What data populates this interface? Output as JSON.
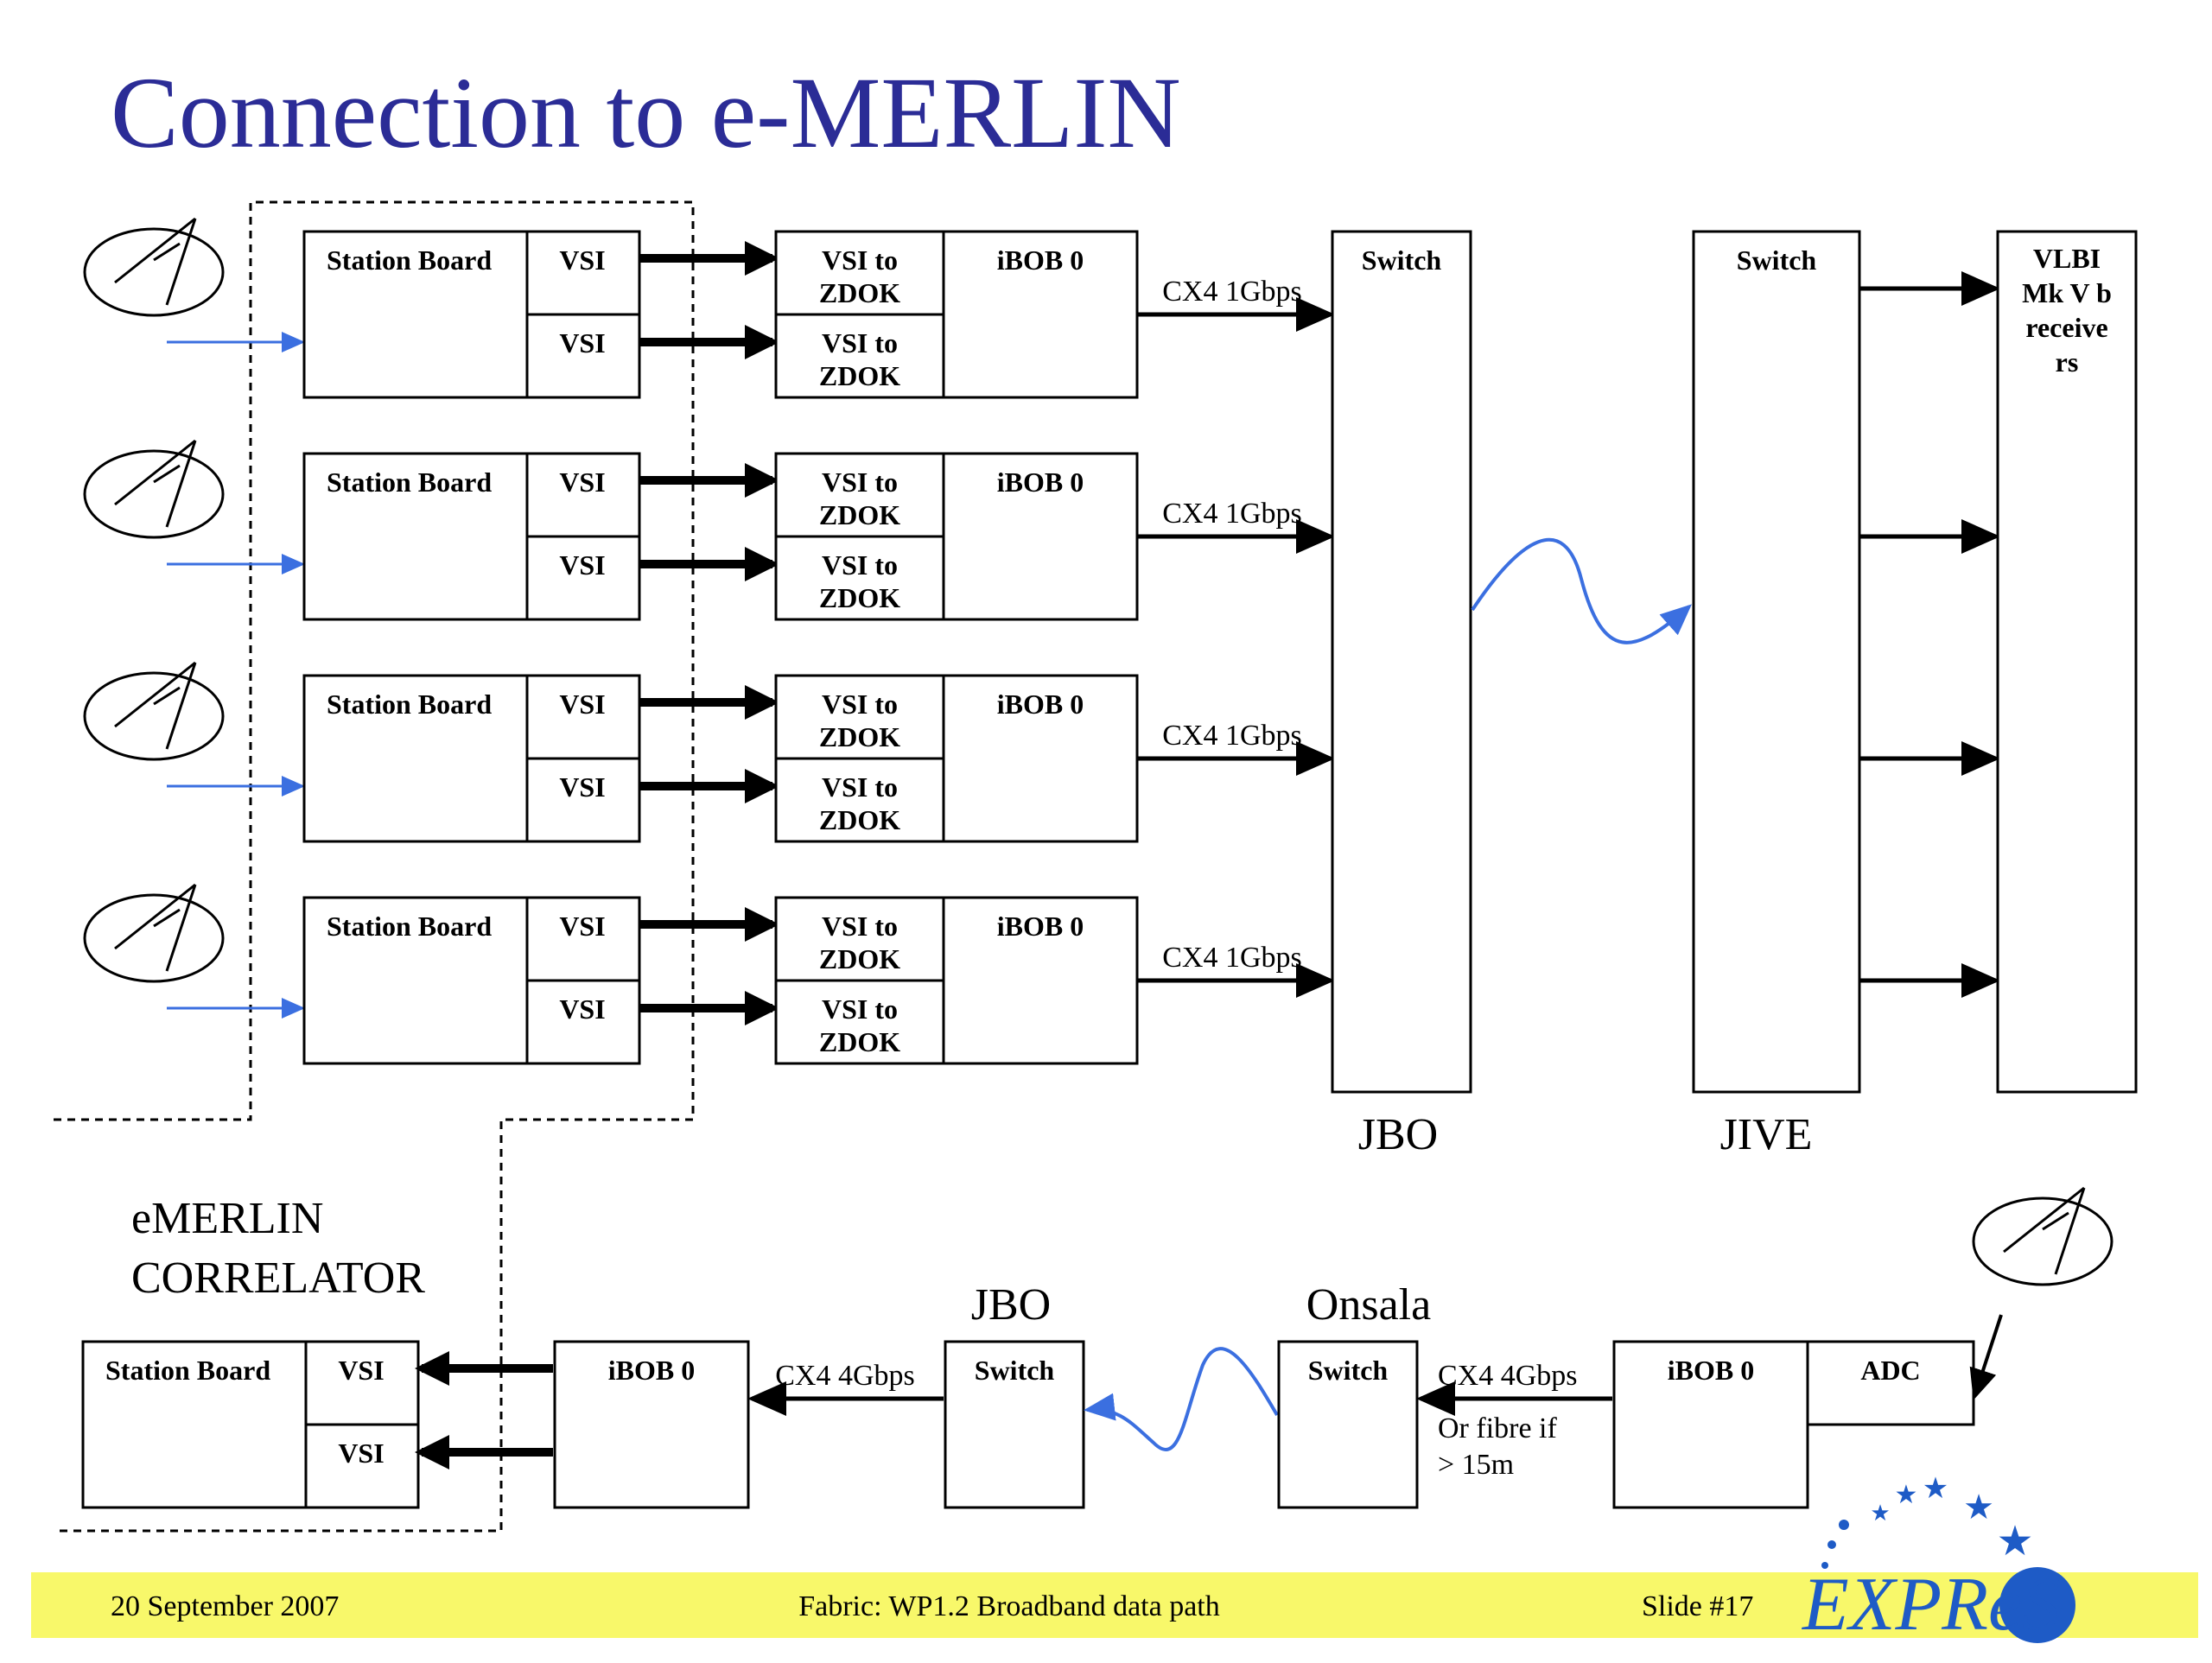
{
  "title": "Connection to e-MERLIN",
  "colors": {
    "title": "#2b2c96",
    "rf": "#3b6fe0",
    "footer_bg": "#f8f86a",
    "logo_blue": "#1e5bc6"
  },
  "antenna_icon": "radio-dish-icon",
  "station_rows": [
    {
      "station_board": "Station Board",
      "vsi_top": "VSI",
      "vsi_bottom": "VSI",
      "zdok_top_l1": "VSI to",
      "zdok_top_l2": "ZDOK",
      "zdok_bottom_l1": "VSI to",
      "zdok_bottom_l2": "ZDOK",
      "ibob": "iBOB 0",
      "link": "CX4 1Gbps"
    },
    {
      "station_board": "Station Board",
      "vsi_top": "VSI",
      "vsi_bottom": "VSI",
      "zdok_top_l1": "VSI to",
      "zdok_top_l2": "ZDOK",
      "zdok_bottom_l1": "VSI to",
      "zdok_bottom_l2": "ZDOK",
      "ibob": "iBOB 0",
      "link": "CX4 1Gbps"
    },
    {
      "station_board": "Station Board",
      "vsi_top": "VSI",
      "vsi_bottom": "VSI",
      "zdok_top_l1": "VSI to",
      "zdok_top_l2": "ZDOK",
      "zdok_bottom_l1": "VSI to",
      "zdok_bottom_l2": "ZDOK",
      "ibob": "iBOB 0",
      "link": "CX4 1Gbps"
    },
    {
      "station_board": "Station Board",
      "vsi_top": "VSI",
      "vsi_bottom": "VSI",
      "zdok_top_l1": "VSI to",
      "zdok_top_l2": "ZDOK",
      "zdok_bottom_l1": "VSI to",
      "zdok_bottom_l2": "ZDOK",
      "ibob": "iBOB 0",
      "link": "CX4 1Gbps"
    }
  ],
  "jbo_switch": {
    "label": "Switch",
    "site": "JBO"
  },
  "jive_switch": {
    "label": "Switch",
    "site": "JIVE"
  },
  "vlbi": {
    "line1": "VLBI",
    "line2": "Mk V b",
    "line3": "receive",
    "line4": "rs"
  },
  "correlator": {
    "line1": "eMERLIN",
    "line2": "CORRELATOR"
  },
  "bottom": {
    "station_board": "Station Board",
    "vsi_top": "VSI",
    "vsi_bottom": "VSI",
    "ibob_left": "iBOB 0",
    "link_left": "CX4 4Gbps",
    "jbo_site": "JBO",
    "jbo_switch": "Switch",
    "onsala_site": "Onsala",
    "onsala_switch": "Switch",
    "link_right": "CX4 4Gbps",
    "link_note1": "Or fibre if",
    "link_note2": "> 15m",
    "ibob_right": "iBOB 0",
    "adc": "ADC"
  },
  "footer": {
    "date": "20 September 2007",
    "center": "Fabric: WP1.2 Broadband data path",
    "slide": "Slide #17",
    "logo": "EXPReS"
  }
}
